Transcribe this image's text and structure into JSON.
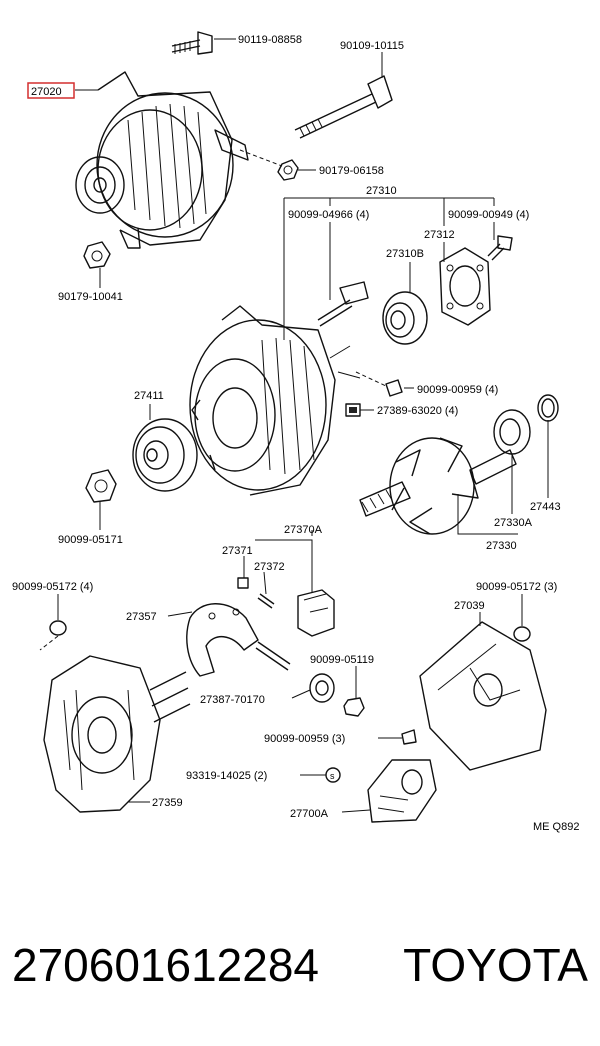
{
  "diagram": {
    "highlight_color": "#d32f2f",
    "labels": {
      "p27020": "27020",
      "p90119_08858": "90119-08858",
      "p90109_10115": "90109-10115",
      "p90179_06158": "90179-06158",
      "p27310": "27310",
      "p90099_04966": "90099-04966 (4)",
      "p90099_00949_4": "90099-00949 (4)",
      "p27312": "27312",
      "p27310B": "27310B",
      "p90179_10041": "90179-10041",
      "p90099_00959_top": "90099-00959 (4)",
      "p27411": "27411",
      "p27389_63020": "27389-63020 (4)",
      "p27443": "27443",
      "p27330A": "27330A",
      "p27330": "27330",
      "p90099_05171": "90099-05171",
      "p27370A": "27370A",
      "p27371": "27371",
      "p27372": "27372",
      "p90099_05172_4": "90099-05172 (4)",
      "p90099_05172_3": "90099-05172 (3)",
      "p27039": "27039",
      "p27357": "27357",
      "p90099_05119": "90099-05119",
      "p27387_70170": "27387-70170",
      "p90099_00959_3": "90099-00959 (3)",
      "p93319_14025": "93319-14025 (2)",
      "p27359": "27359",
      "p27700A": "27700A",
      "ref": "ME Q892"
    }
  },
  "footer": {
    "part_number": "270601612284",
    "brand": "TOYOTA"
  }
}
